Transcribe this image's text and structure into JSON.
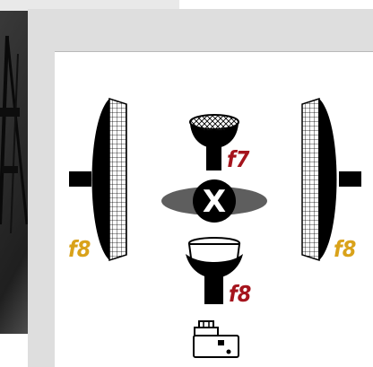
{
  "lights": {
    "left_softbox": {
      "label": "f8",
      "color": "#d9a21a"
    },
    "right_softbox": {
      "label": "f8",
      "color": "#d9a21a"
    },
    "top_grid_reflector": {
      "label": "f7",
      "color": "#a5141d"
    },
    "bottom_reflector": {
      "label": "f8",
      "color": "#a5141d"
    }
  },
  "subject": {
    "label": "X"
  },
  "icons": {
    "camera": "camera-icon",
    "left_softbox": "softbox-icon",
    "right_softbox": "softbox-icon",
    "top_light": "grid-reflector-icon",
    "bottom_light": "reflector-icon",
    "subject": "subject-marker-icon",
    "backdrop": "studio-photo-image"
  },
  "colors": {
    "card": "#ffffff",
    "card_shadow": "#dedede",
    "ink": "#000000"
  }
}
